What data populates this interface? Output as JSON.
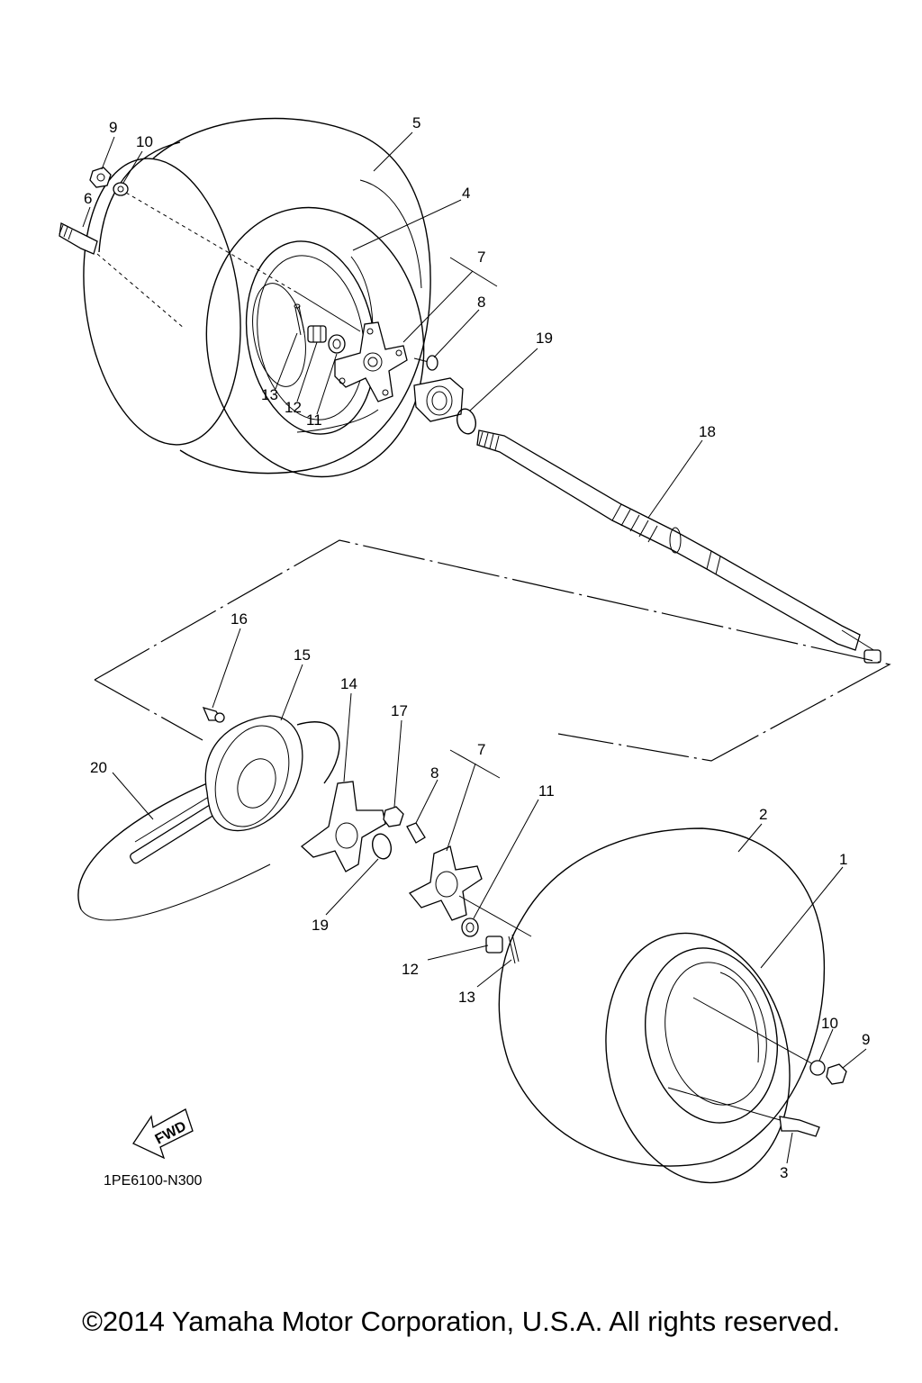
{
  "diagram_code": "1PE6100-N300",
  "fwd_label": "FWD",
  "copyright": "©2014 Yamaha Motor Corporation, U.S.A. All rights reserved.",
  "callouts": {
    "c1": "1",
    "c2": "2",
    "c3": "3",
    "c4": "4",
    "c5": "5",
    "c6": "6",
    "c7a": "7",
    "c7b": "7",
    "c8a": "8",
    "c8b": "8",
    "c9a": "9",
    "c9b": "9",
    "c10a": "10",
    "c10b": "10",
    "c11a": "11",
    "c11b": "11",
    "c12a": "12",
    "c12b": "12",
    "c13a": "13",
    "c13b": "13",
    "c14": "14",
    "c15": "15",
    "c16": "16",
    "c17": "17",
    "c18": "18",
    "c19a": "19",
    "c19b": "19",
    "c20": "20"
  }
}
